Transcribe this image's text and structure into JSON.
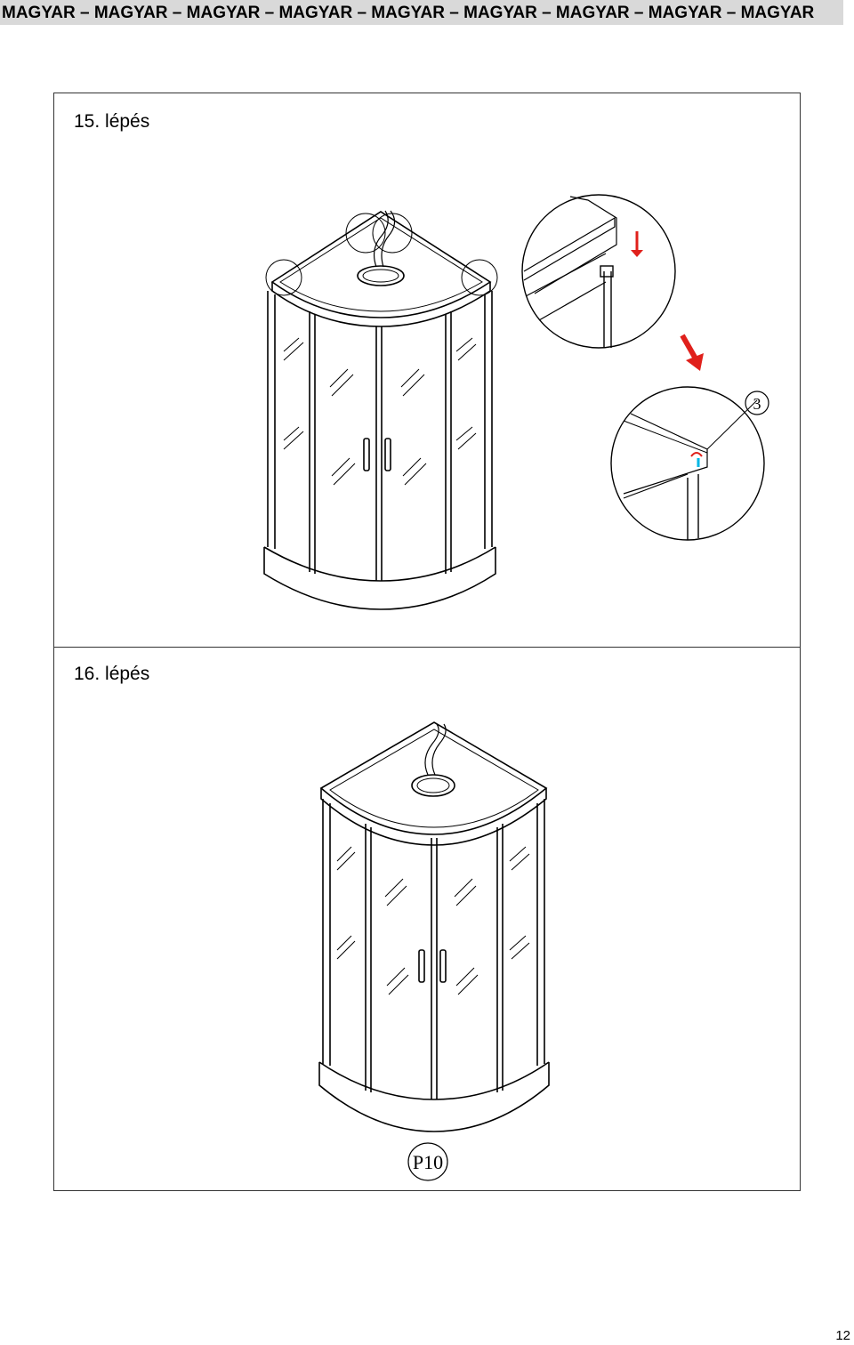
{
  "header": {
    "text": "MAGYAR – MAGYAR – MAGYAR – MAGYAR – MAGYAR – MAGYAR – MAGYAR – MAGYAR – MAGYAR"
  },
  "steps": [
    {
      "title": "15. lépés",
      "detail_label": "3"
    },
    {
      "title": "16. lépés",
      "part_label": "P10"
    }
  ],
  "page_number": "12",
  "colors": {
    "arrow": "#e0201b",
    "accent_cyan": "#00b7e6"
  }
}
